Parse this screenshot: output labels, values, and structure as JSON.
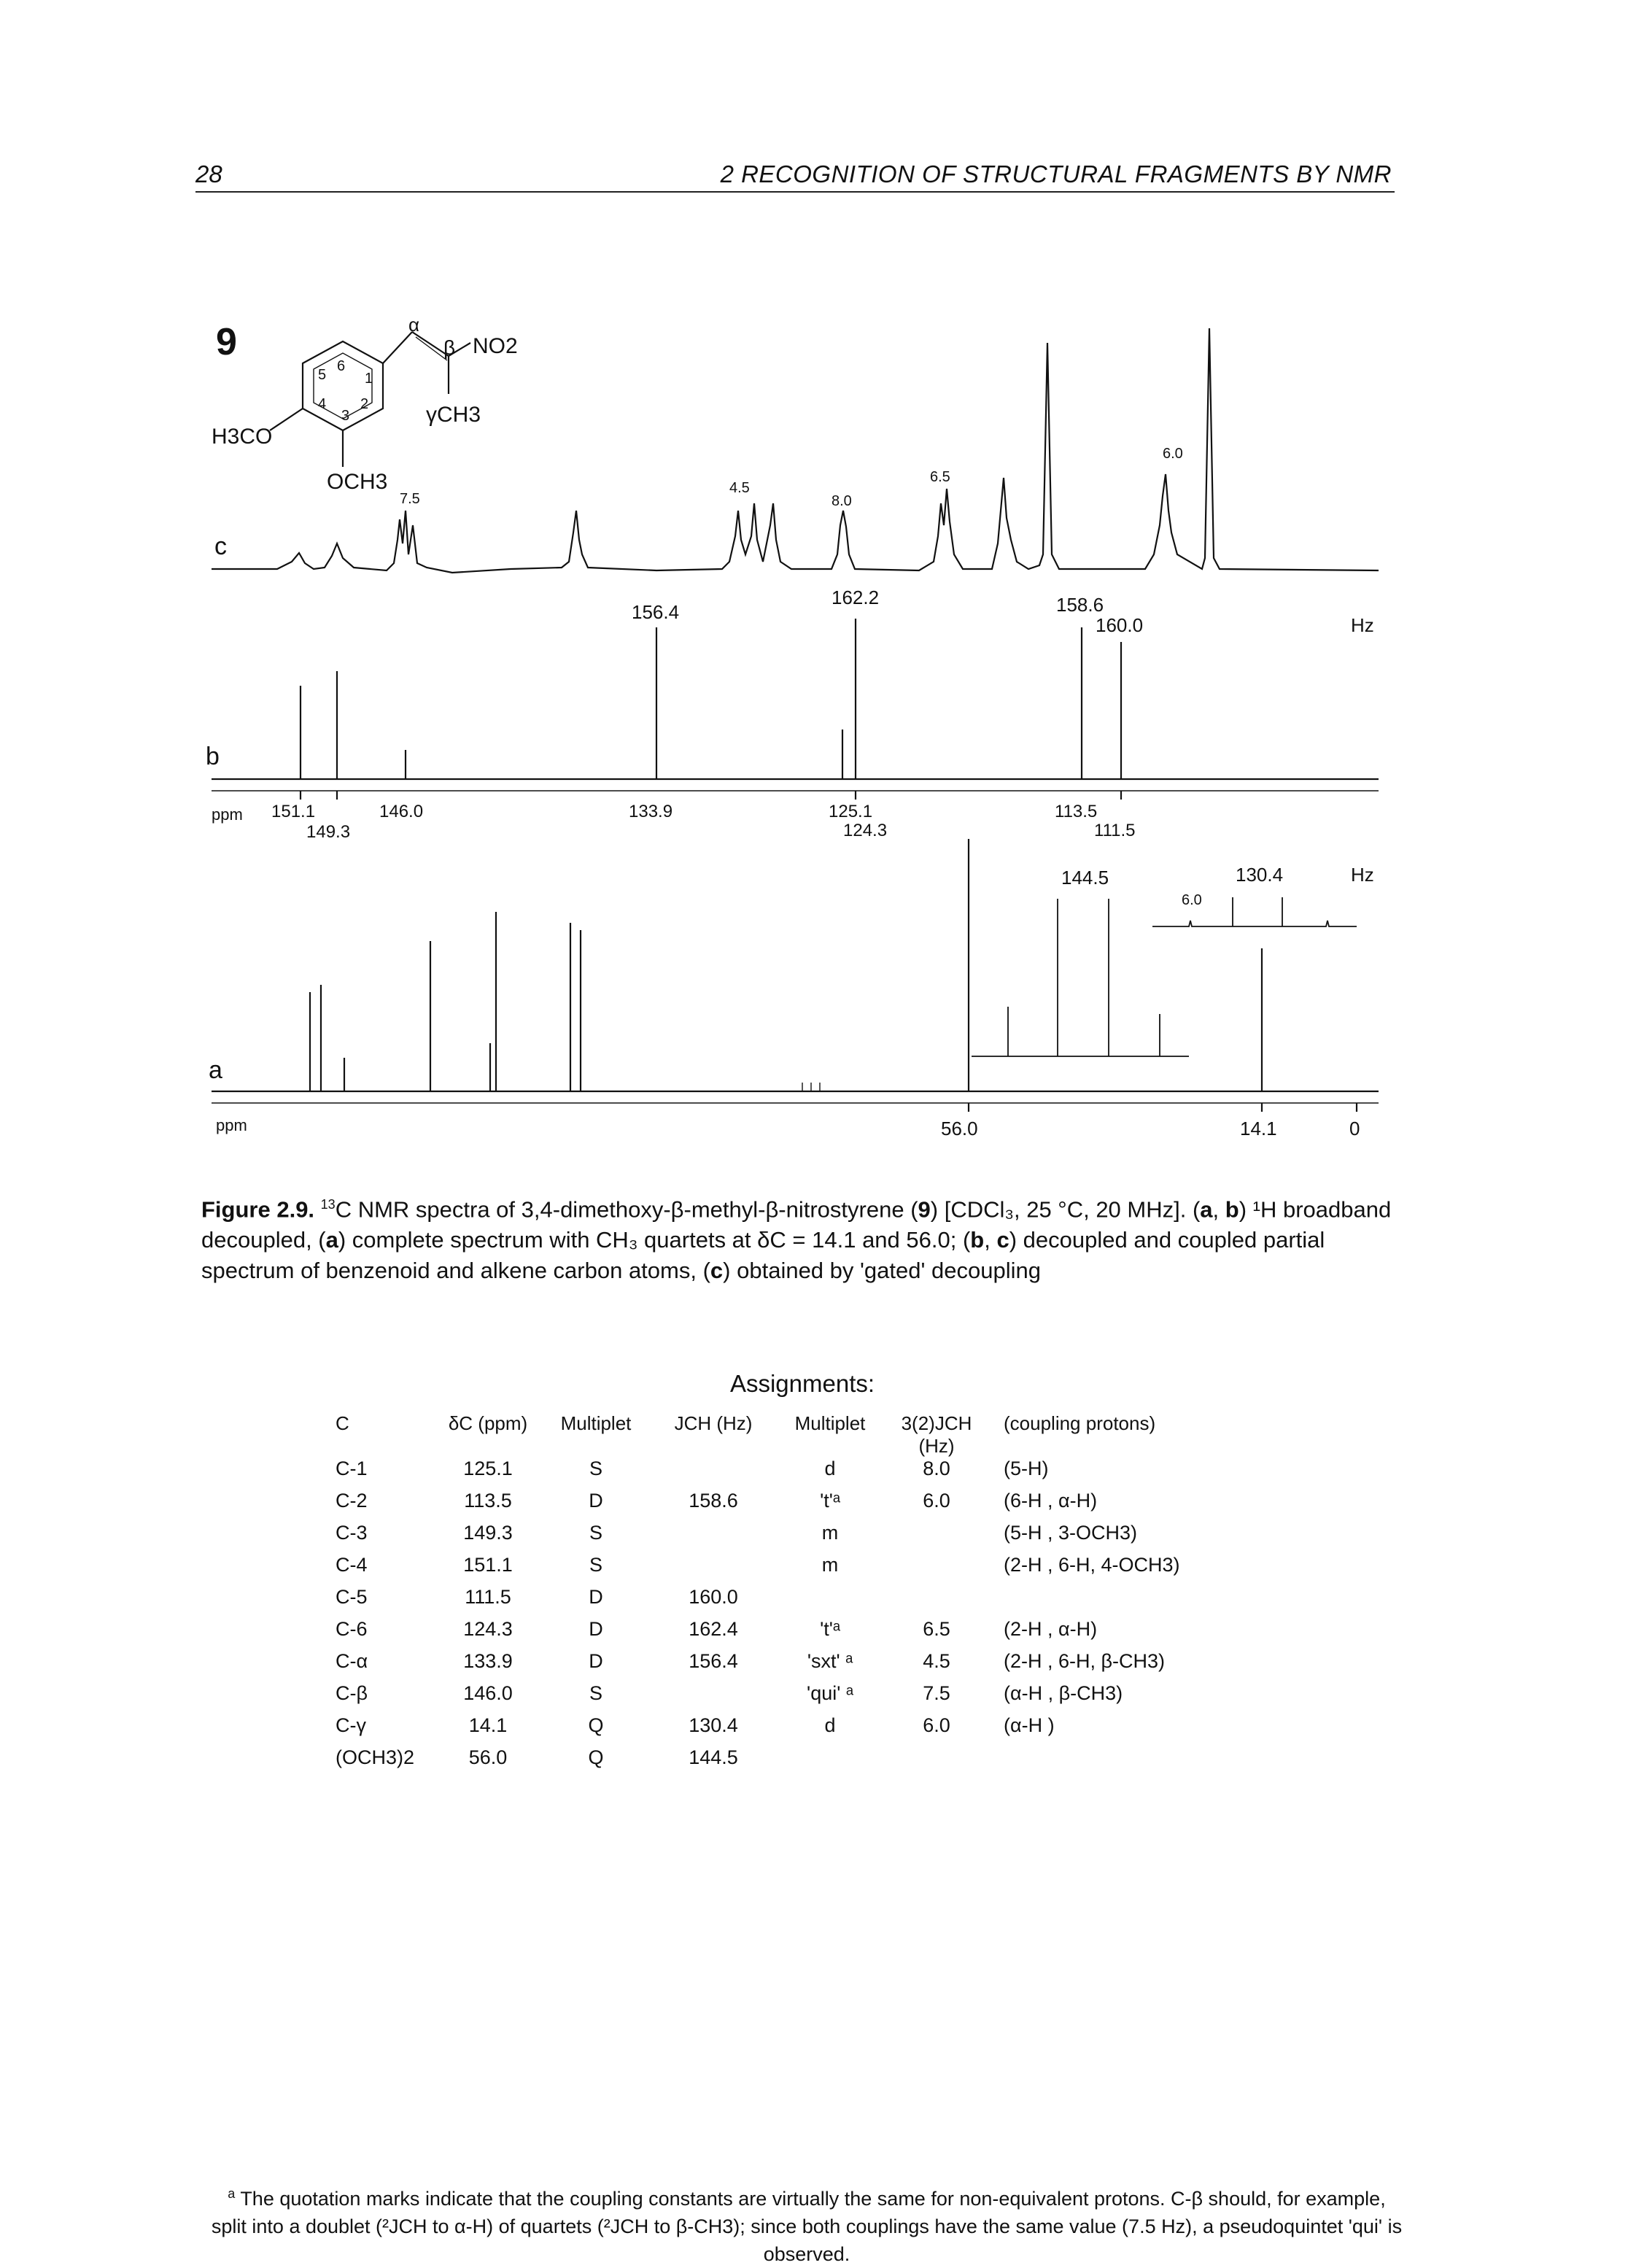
{
  "header": {
    "page_number": "28",
    "chapter_title": "2 RECOGNITION OF STRUCTURAL FRAGMENTS BY NMR"
  },
  "structure": {
    "compound_number": "9",
    "substituent_top": "NO2",
    "alpha": "α",
    "beta": "β",
    "gamma_methyl": "γCH3",
    "methoxy_left": "H3CO",
    "methoxy_bottom": "OCH3",
    "ring_numbers": [
      "1",
      "2",
      "3",
      "4",
      "5",
      "6"
    ]
  },
  "spectra": {
    "panel_c": {
      "label": "c",
      "coupling_labels": [
        "7.5",
        "4.5",
        "8.0",
        "6.5",
        "6.0"
      ]
    },
    "panel_b": {
      "label": "b",
      "unit": "Hz",
      "coupling_labels": [
        "156.4",
        "162.2",
        "158.6",
        "160.0"
      ],
      "ppm_label": "ppm",
      "ppm_ticks": [
        "151.1",
        "149.3",
        "146.0",
        "133.9",
        "125.1",
        "124.3",
        "113.5",
        "111.5"
      ]
    },
    "panel_a": {
      "label": "a",
      "unit": "Hz",
      "ppm_label": "ppm",
      "coupling_labels": [
        "144.5",
        "130.4",
        "6.0"
      ],
      "ppm_ticks": [
        "56.0",
        "14.1",
        "0"
      ]
    }
  },
  "caption": {
    "figure": "Figure 2.9.",
    "text_1": "C NMR spectra of 3,4-dimethoxy-β-methyl-β-nitrostyrene (",
    "compound": "9",
    "text_2": ") [CDCl₃, 25 °C, 20 MHz]. (",
    "a": "a",
    "comma": ", ",
    "b": "b",
    "text_3": ") ¹H broadband decoupled, (",
    "text_4": ") complete spectrum with CH₃ quartets at δC = 14.1 and 56.0; (",
    "c": "c",
    "text_5": ") decoupled and coupled partial spectrum of benzenoid and alkene carbon atoms, (",
    "text_6": ") obtained by 'gated' decoupling",
    "isotope": "13"
  },
  "assignments": {
    "title": "Assignments:",
    "headers": [
      "C",
      "δC (ppm)",
      "Multiplet",
      "JCH (Hz)",
      "Multiplet",
      "3(2)JCH (Hz)",
      "(coupling protons)"
    ],
    "rows": [
      [
        "C-1",
        "125.1",
        "S",
        "",
        "d",
        "8.0",
        "(5-H)"
      ],
      [
        "C-2",
        "113.5",
        "D",
        "158.6",
        "'t'ᵃ",
        "6.0",
        "(6-H , α-H)"
      ],
      [
        "C-3",
        "149.3",
        "S",
        "",
        "m",
        "",
        "(5-H , 3-OCH3)"
      ],
      [
        "C-4",
        "151.1",
        "S",
        "",
        "m",
        "",
        "(2-H , 6-H, 4-OCH3)"
      ],
      [
        "C-5",
        "111.5",
        "D",
        "160.0",
        "",
        "",
        ""
      ],
      [
        "C-6",
        "124.3",
        "D",
        "162.4",
        "'t'ᵃ",
        "6.5",
        "(2-H , α-H)"
      ],
      [
        "C-α",
        "133.9",
        "D",
        "156.4",
        "'sxt' ᵃ",
        "4.5",
        "(2-H , 6-H, β-CH3)"
      ],
      [
        "C-β",
        "146.0",
        "S",
        "",
        "'qui' ᵃ",
        "7.5",
        "(α-H , β-CH3)"
      ],
      [
        "C-γ",
        "14.1",
        "Q",
        "130.4",
        "d",
        "6.0",
        "(α-H )"
      ],
      [
        "(OCH3)2",
        "56.0",
        "Q",
        "144.5",
        "",
        "",
        ""
      ]
    ]
  },
  "footnote": {
    "mark": "a",
    "text": "The quotation marks indicate that the coupling constants are virtually the same for non-equivalent protons. C-β should, for example, split into a doublet (²JCH to α-H) of quartets (²JCH to β-CH3); since both couplings have the same value (7.5 Hz), a pseudoquintet 'qui' is observed."
  }
}
